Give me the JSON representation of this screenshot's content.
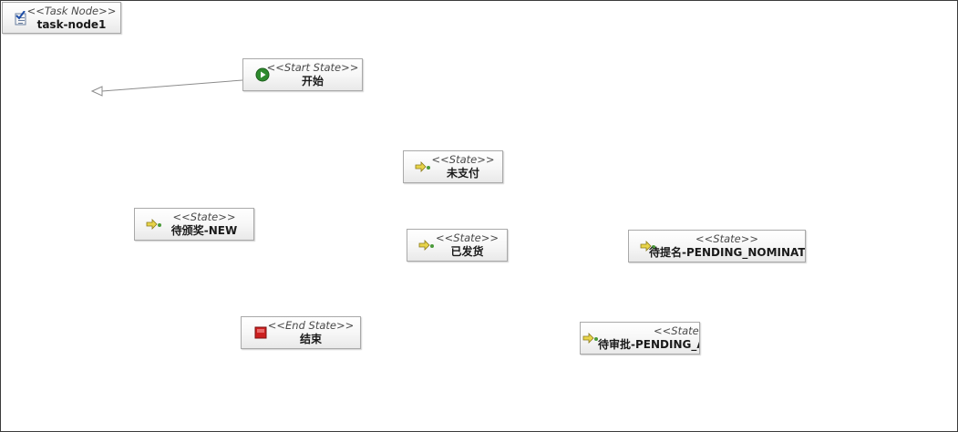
{
  "colors": {
    "canvas_bg": "#ffffff",
    "canvas_border": "#3c3c3c",
    "node_border": "#a9a9a9",
    "start_icon": "#2e8b2e",
    "end_icon": "#cc1f1f",
    "state_icon": "#e8d44a",
    "edge": "#8c8c8c"
  },
  "nodes": {
    "task_node1": {
      "stereotype": "<<Task Node>>",
      "name": "task-node1",
      "icon": "task-node-icon"
    },
    "start": {
      "stereotype": "<<Start State>>",
      "name": "开始",
      "icon": "start-state-icon"
    },
    "unpaid": {
      "stereotype": "<<State>>",
      "name": "未支付",
      "icon": "state-arrow-icon"
    },
    "pending_award": {
      "stereotype": "<<State>>",
      "name": "待颁奖-NEW",
      "icon": "state-arrow-icon"
    },
    "shipped": {
      "stereotype": "<<State>>",
      "name": "已发货",
      "icon": "state-arrow-icon"
    },
    "pending_nominate": {
      "stereotype": "<<State>>",
      "name": "待提名-PENDING_NOMINATE",
      "icon": "state-arrow-icon"
    },
    "end": {
      "stereotype": "<<End State>>",
      "name": "结束",
      "icon": "end-state-icon"
    },
    "pending_approval": {
      "stereotype": "<<State>>",
      "name": "待审批-PENDING_APPROVAL",
      "icon": "state-arrow-icon"
    }
  }
}
